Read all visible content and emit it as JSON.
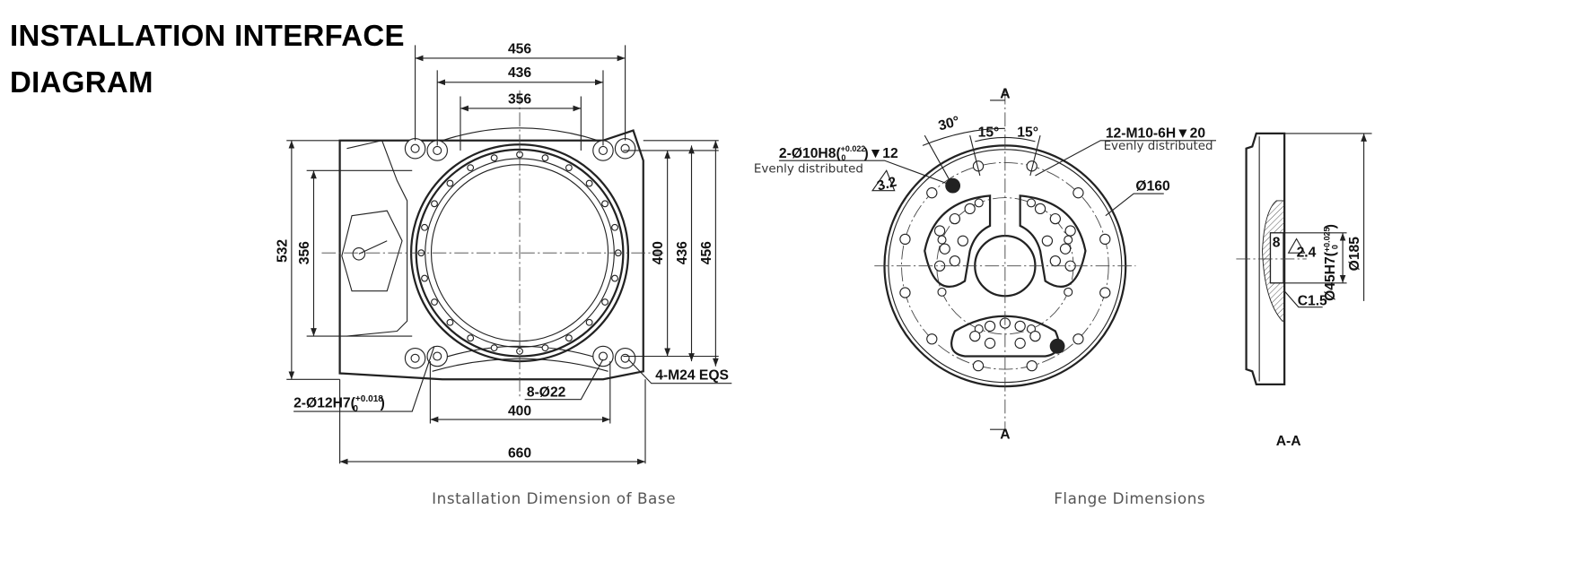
{
  "title": {
    "line1": "INSTALLATION INTERFACE",
    "line2": "DIAGRAM"
  },
  "base_view": {
    "caption": "Installation Dimension of Base",
    "dims": {
      "top_456": "456",
      "top_436": "436",
      "top_356": "356",
      "left_532": "532",
      "left_356": "356",
      "right_400": "400",
      "right_436": "436",
      "right_456": "456",
      "bottom_400": "400",
      "bottom_660": "660"
    },
    "callouts": {
      "m24": "4-M24 EQS",
      "d22": "8-Ø22",
      "pin": "2-Ø12H7(",
      "pin_tol_upper": "+0.018",
      "pin_tol_lower": "0",
      "pin_close": ")"
    }
  },
  "flange_view": {
    "caption": "Flange Dimensions",
    "section_mark": "A",
    "angles": {
      "a30": "30°",
      "a15_left": "15°",
      "a15_right": "15°"
    },
    "callouts": {
      "pin": "2-Ø10H8(",
      "pin_tol_upper": "+0.022",
      "pin_tol_lower": "0",
      "pin_depth": ")▼12",
      "pin_note": "Evenly distributed",
      "roughness": "3.2",
      "thread": "12-M10-6H▼20",
      "thread_note": "Evenly distributed",
      "d160": "Ø160"
    }
  },
  "section_view": {
    "label": "A-A",
    "d185": "Ø185",
    "d45": "Ø45H7(",
    "d45_tol_upper": "+0.025",
    "d45_tol_lower": "0",
    "d45_close": ")",
    "depth": "8",
    "roughness": "2.4",
    "chamfer": "C1.5"
  }
}
